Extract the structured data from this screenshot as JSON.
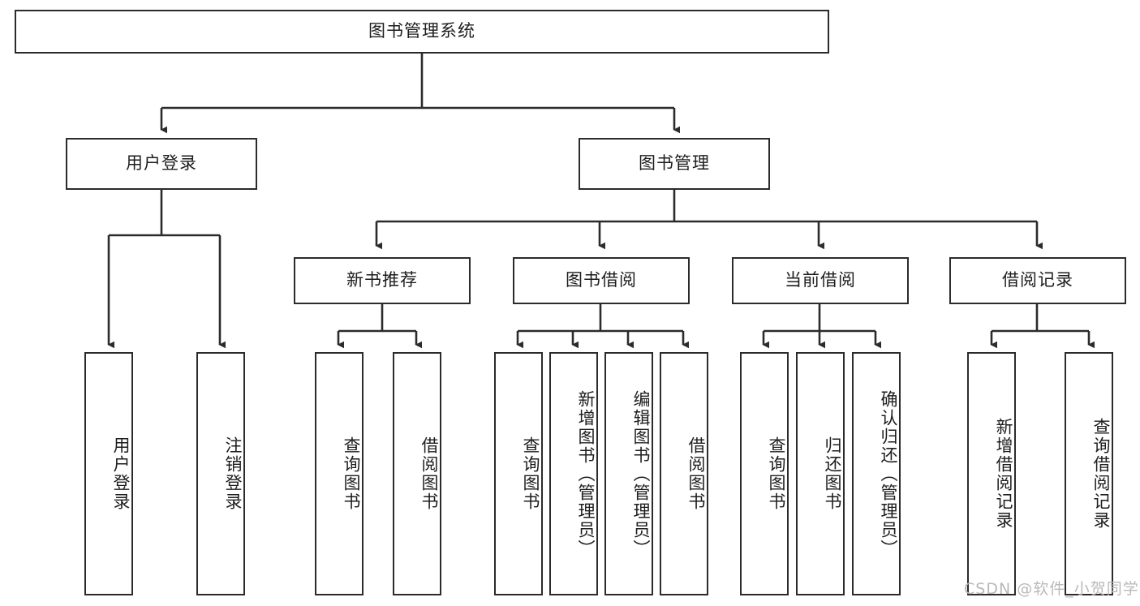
{
  "diagram": {
    "type": "tree-hierarchy",
    "title": "图书管理系统",
    "watermark": "CSDN @软件_小贺同学",
    "style": {
      "box_border_color": "#2b2b2b",
      "box_fill": "#ffffff",
      "line_color": "#2b2b2b",
      "text_color": "#1d1d1d",
      "background": "#ffffff",
      "watermark_color": "#b9b9b9"
    },
    "nodes": {
      "root": {
        "label": "图书管理系统",
        "level": 0,
        "orientation": "horizontal"
      },
      "l1": [
        {
          "id": "user-login",
          "label": "用户登录",
          "orientation": "horizontal"
        },
        {
          "id": "book-manage",
          "label": "图书管理",
          "orientation": "horizontal"
        }
      ],
      "l2": [
        {
          "id": "new-book-recommend",
          "label": "新书推荐",
          "orientation": "horizontal",
          "parent": "book-manage"
        },
        {
          "id": "book-borrow",
          "label": "图书借阅",
          "orientation": "horizontal",
          "parent": "book-manage"
        },
        {
          "id": "current-borrow",
          "label": "当前借阅",
          "orientation": "horizontal",
          "parent": "book-manage"
        },
        {
          "id": "borrow-record",
          "label": "借阅记录",
          "orientation": "horizontal",
          "parent": "book-manage"
        }
      ],
      "leaves": [
        {
          "id": "leaf-user-login",
          "label": "用户登录",
          "parent": "user-login",
          "orientation": "vertical"
        },
        {
          "id": "leaf-user-logout",
          "label": "注销登录",
          "parent": "user-login",
          "orientation": "vertical"
        },
        {
          "id": "leaf-query-book-1",
          "label": "查询图书",
          "parent": "new-book-recommend",
          "orientation": "vertical"
        },
        {
          "id": "leaf-borrow-book-1",
          "label": "借阅图书",
          "parent": "new-book-recommend",
          "orientation": "vertical"
        },
        {
          "id": "leaf-query-book-2",
          "label": "查询图书",
          "parent": "book-borrow",
          "orientation": "vertical"
        },
        {
          "id": "leaf-add-book",
          "label": "新增图书（管理员）",
          "parent": "book-borrow",
          "orientation": "vertical"
        },
        {
          "id": "leaf-edit-book",
          "label": "编辑图书（管理员）",
          "parent": "book-borrow",
          "orientation": "vertical"
        },
        {
          "id": "leaf-borrow-book-2",
          "label": "借阅图书",
          "parent": "book-borrow",
          "orientation": "vertical"
        },
        {
          "id": "leaf-query-book-3",
          "label": "查询图书",
          "parent": "current-borrow",
          "orientation": "vertical"
        },
        {
          "id": "leaf-return-book",
          "label": "归还图书",
          "parent": "current-borrow",
          "orientation": "vertical"
        },
        {
          "id": "leaf-confirm-return",
          "label": "确认归还（管理员）",
          "parent": "current-borrow",
          "orientation": "vertical"
        },
        {
          "id": "leaf-add-record",
          "label": "新增借阅记录",
          "parent": "borrow-record",
          "orientation": "vertical"
        },
        {
          "id": "leaf-query-record",
          "label": "查询借阅记录",
          "parent": "borrow-record",
          "orientation": "vertical"
        }
      ]
    }
  }
}
